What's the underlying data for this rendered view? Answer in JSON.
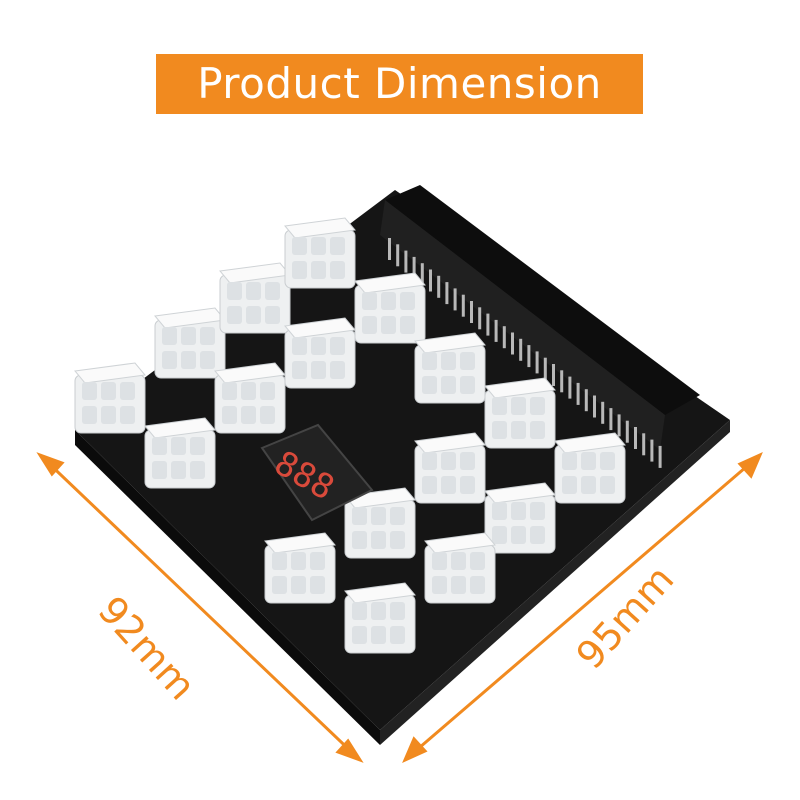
{
  "title": "Product Dimension",
  "dimensions": {
    "left": "92mm",
    "right": "95mm"
  },
  "colors": {
    "accent": "#f18a1f",
    "board": "#1a1a1a",
    "connector": "#f4f5f6",
    "display_digit": "#d94a3b"
  },
  "display": {
    "digits": "888"
  },
  "icons": [
    "dimension-arrow-icon"
  ]
}
